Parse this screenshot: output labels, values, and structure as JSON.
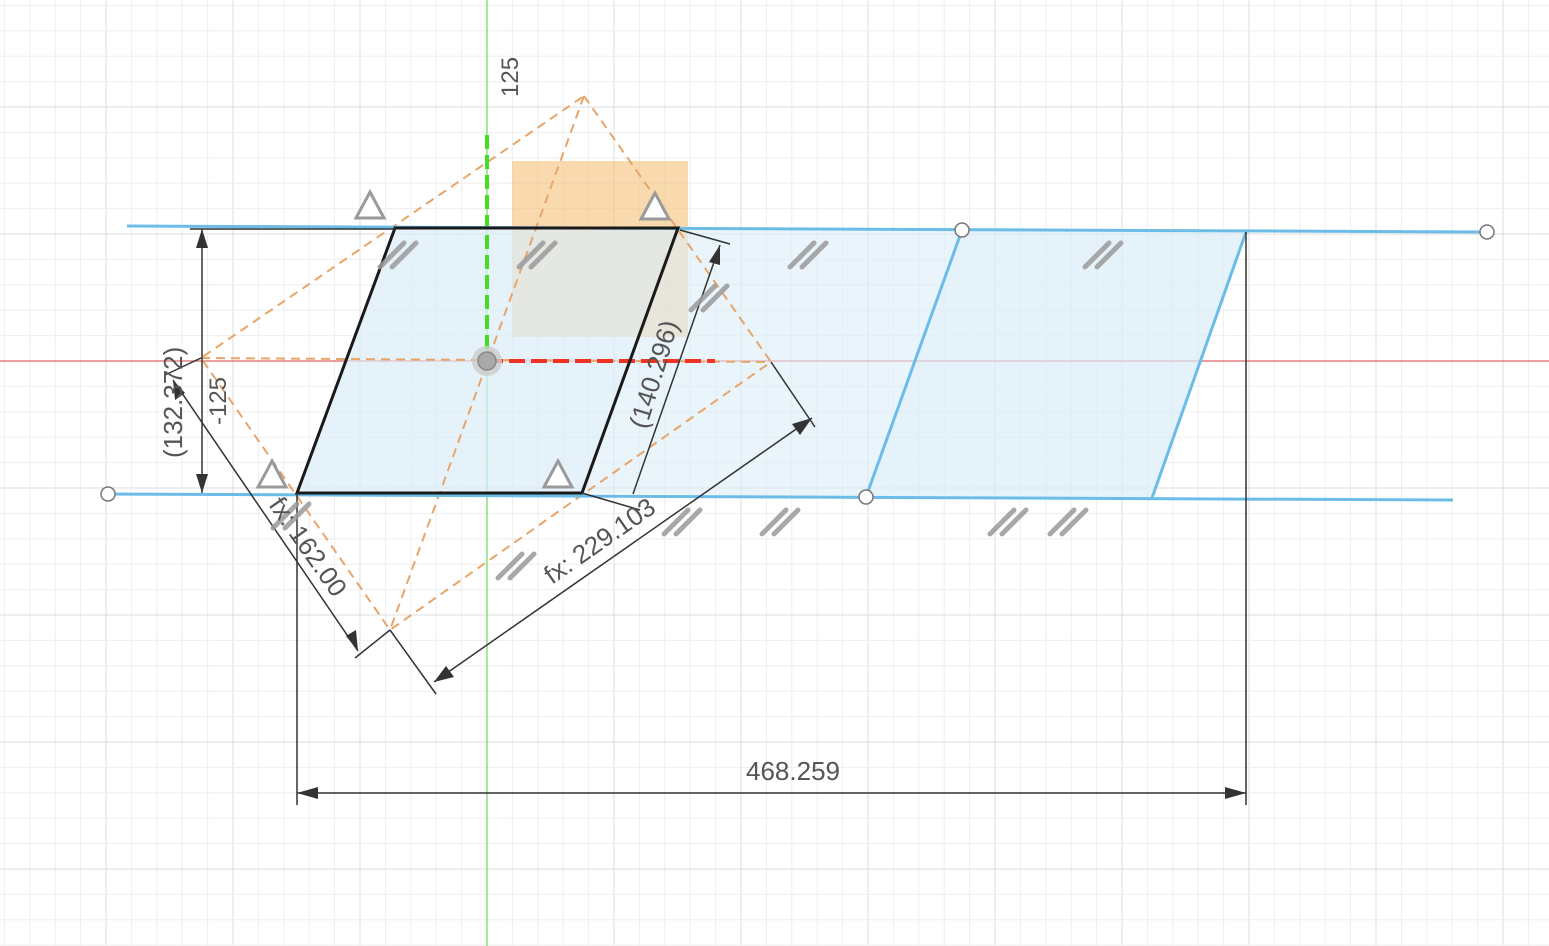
{
  "app": "Sketch editor",
  "colors": {
    "background": "#ffffff",
    "grid_minor": "#eeeeee",
    "grid_major": "#dcdcdc",
    "x_axis": "#e06666",
    "y_axis": "#66dd55",
    "construction_line": "#e7a56a",
    "sketch_line_selected": "#6bbde8",
    "sketch_line_active": "#1a1a1a",
    "profile_fill": "#dcecf8",
    "dimension_line": "#333333",
    "dimension_text": "#555555",
    "highlight_square": "#f5c27a",
    "constraint_glyph": "#9a9a9a"
  },
  "axis_labels": {
    "y_positive": "125",
    "x_negative": "-125"
  },
  "dimensions": {
    "overall_width": "468.259",
    "height_reference": "(132.372)",
    "diagonal_reference": "(140.296)",
    "construction_length": "fx: 229.103",
    "side_length": "fx: 162.00"
  },
  "constraint_icons": {
    "horizontal": "triangle-icon",
    "parallel": "parallel-icon",
    "origin": "origin-icon",
    "endpoint": "point-icon"
  }
}
